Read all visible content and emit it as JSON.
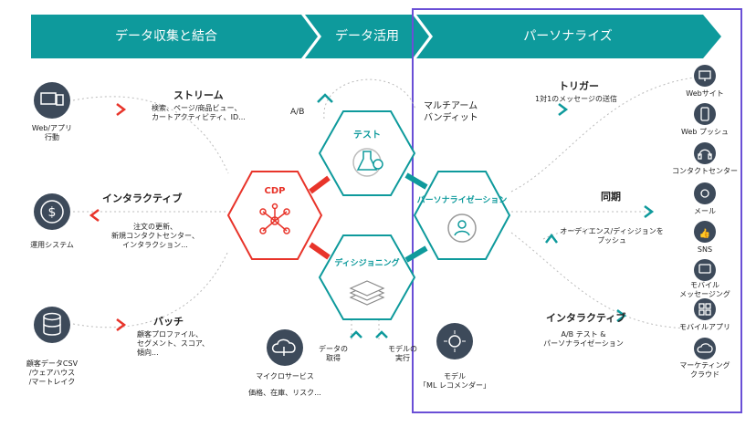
{
  "header": {
    "section1": "データ収集と結合",
    "section2": "データ活用",
    "section3": "パーソナライズ"
  },
  "sources": [
    {
      "label": "Web/アプリ\n行動",
      "icon": "device-icon"
    },
    {
      "label": "運用システム",
      "icon": "dollar-icon"
    },
    {
      "label": "顧客データCSV\n/ウェアハウス\n/マートレイク",
      "icon": "database-icon"
    }
  ],
  "flows": {
    "stream_title": "ストリーム",
    "stream_desc": "検索、ページ/商品ビュー、\nカートアクティビティ、ID...",
    "interactive_title": "インタラクティブ",
    "interactive_desc": "注文の更新、\n新規コンタクトセンター、\nインタラクション...",
    "batch_title": "バッチ",
    "batch_desc": "顧客プロファイル、\nセグメント、スコア、\n傾向..."
  },
  "hexagons": {
    "cdp": "CDP",
    "test": "テスト",
    "decision": "ディシジョニング",
    "personalization": "パーソナライゼーション"
  },
  "labels": {
    "ab": "A/B",
    "bandit": "マルチアーム\nバンディット",
    "data_fetch": "データの\n取得",
    "model_exec": "モデルの\n実行",
    "microservice": "マイクロサービス",
    "microservice_desc": "価格、在庫、リスク...",
    "model": "モデル\n「ML レコメンダー」"
  },
  "right_flows": {
    "trigger_title": "トリガー",
    "trigger_desc": "1対1のメッセージの送信",
    "sync_title": "同期",
    "sync_desc": "オーディエンス/ディシジョンを\nプッシュ",
    "interactive_title": "インタラクティブ",
    "interactive_desc": "A/B テスト &\nパーソナライゼーション"
  },
  "channels": [
    {
      "label": "Webサイト",
      "icon": "monitor-icon"
    },
    {
      "label": "Web プッシュ",
      "icon": "phone-icon"
    },
    {
      "label": "コンタクトセンター",
      "icon": "headset-icon"
    },
    {
      "label": "メール",
      "icon": "at-icon"
    },
    {
      "label": "SNS",
      "icon": "thumbs-up-icon"
    },
    {
      "label": "モバイル\nメッセージング",
      "icon": "chat-icon"
    },
    {
      "label": "モバイルアプリ",
      "icon": "grid-icon"
    },
    {
      "label": "マーケティング\nクラウド",
      "icon": "cloud-icon"
    }
  ],
  "colors": {
    "teal": "#0e9a9c",
    "red": "#e8342a",
    "purple": "#6a4fd6",
    "dark_icon": "#3d4a5a"
  }
}
